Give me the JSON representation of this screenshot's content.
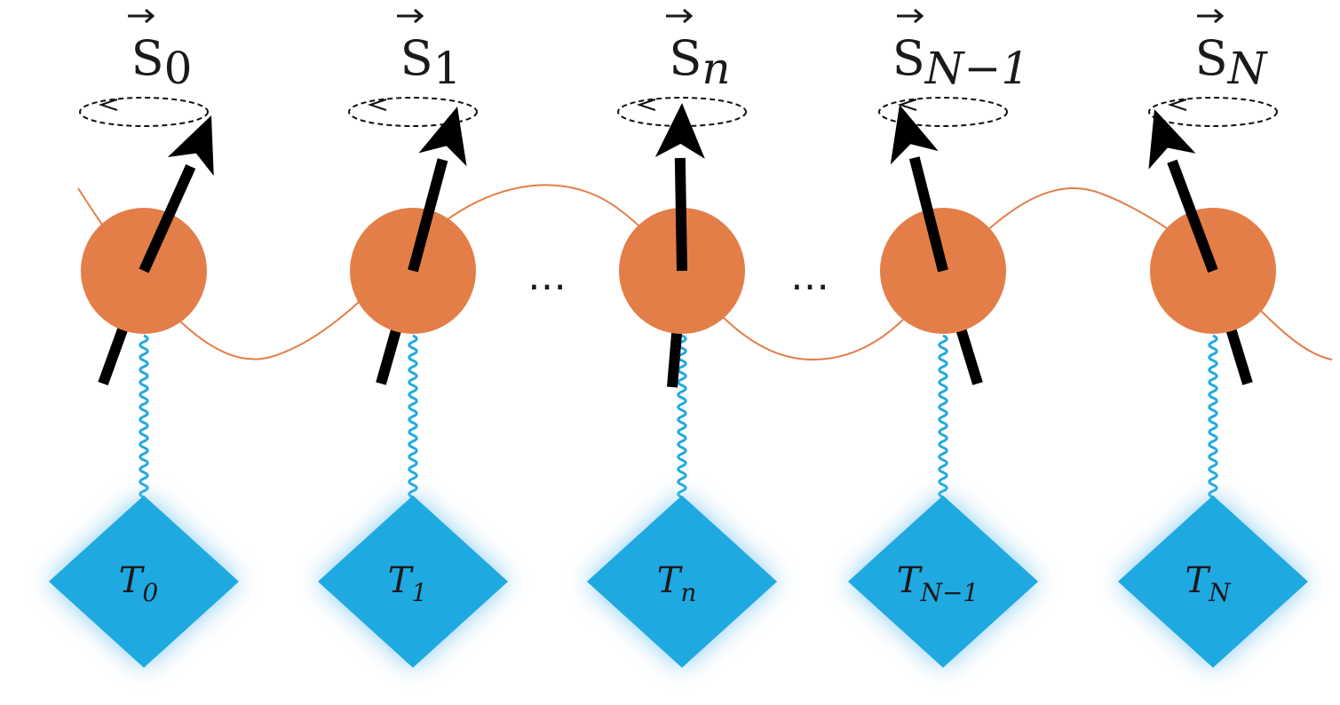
{
  "colors": {
    "site": "#E37E48",
    "chain": "#E37E48",
    "coupling": "#1FA9E1",
    "bath": "#1FA9E1",
    "bath_glow": "#7CC6EE",
    "spin": "#000000",
    "precession": "#111111"
  },
  "sites": [
    {
      "spin_symbol": "S",
      "spin_index": "0",
      "bath_symbol": "T",
      "bath_index": "0"
    },
    {
      "spin_symbol": "S",
      "spin_index": "1",
      "bath_symbol": "T",
      "bath_index": "1"
    },
    {
      "spin_symbol": "S",
      "spin_index": "n",
      "bath_symbol": "T",
      "bath_index": "n"
    },
    {
      "spin_symbol": "S",
      "spin_index": "N−1",
      "bath_symbol": "T",
      "bath_index": "N−1"
    },
    {
      "spin_symbol": "S",
      "spin_index": "N",
      "bath_symbol": "T",
      "bath_index": "N"
    }
  ],
  "ellipses": [
    "…",
    "…"
  ]
}
